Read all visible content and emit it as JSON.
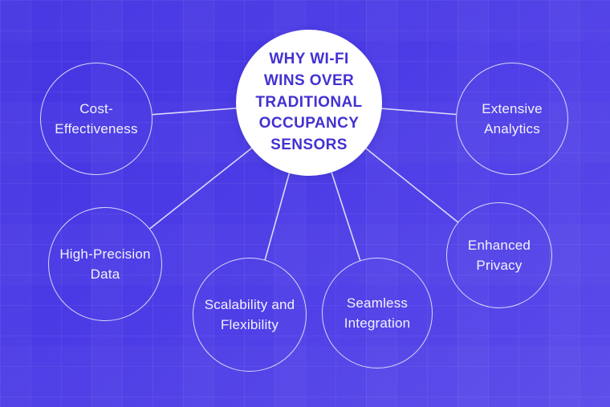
{
  "diagram": {
    "center_node": {
      "title": "WHY WI-FI WINS OVER TRADITIONAL OCCUPANCY SENSORS",
      "lines": [
        "WHY WI-FI",
        "WINS OVER",
        "TRADITIONAL",
        "OCCUPANCY",
        "SENSORS"
      ]
    },
    "nodes": [
      {
        "id": "cost-effectiveness",
        "label": "Cost-Effectiveness",
        "lines": [
          "Cost-",
          "Effectiveness"
        ]
      },
      {
        "id": "extensive-analytics",
        "label": "Extensive Analytics",
        "lines": [
          "Extensive",
          "Analytics"
        ]
      },
      {
        "id": "high-precision-data",
        "label": "High-Precision Data",
        "lines": [
          "High-Precision",
          "Data"
        ]
      },
      {
        "id": "scalability-flexibility",
        "label": "Scalability and Flexibility",
        "lines": [
          "Scalability and",
          "Flexibility"
        ]
      },
      {
        "id": "seamless-integration",
        "label": "Seamless Integration",
        "lines": [
          "Seamless",
          "Integration"
        ]
      },
      {
        "id": "enhanced-privacy",
        "label": "Enhanced Privacy",
        "lines": [
          "Enhanced",
          "Privacy"
        ]
      }
    ]
  },
  "colors": {
    "background_gradient_start": "#4434e1",
    "background_gradient_end": "#5b4bea",
    "center_circle_fill": "#ffffff",
    "center_text": "#4231d2",
    "satellite_text": "#f3f2fc",
    "outline": "rgba(242,241,253,0.85)",
    "connector_line": "rgba(236,234,252,0.9)"
  }
}
